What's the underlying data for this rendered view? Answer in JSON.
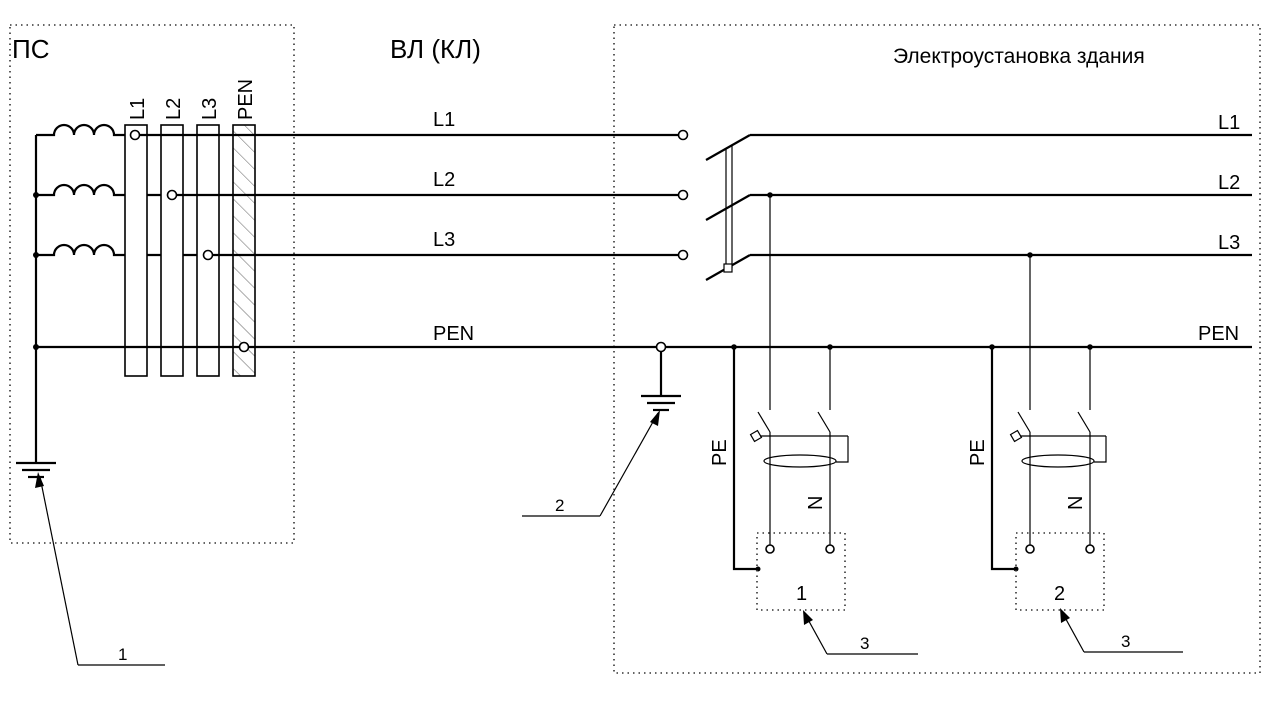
{
  "blocks": {
    "substation": "ПС",
    "line": "ВЛ (КЛ)",
    "building": "Электроустановка здания"
  },
  "busbars": [
    "L1",
    "L2",
    "L3",
    "PEN"
  ],
  "line_conductors": [
    "L1",
    "L2",
    "L3",
    "PEN"
  ],
  "building_conductors": [
    "L1",
    "L2",
    "L3",
    "PEN"
  ],
  "consumer_labels": {
    "pe": "PE",
    "n": "N"
  },
  "consumers": [
    "1",
    "2"
  ],
  "callouts": [
    "1",
    "2",
    "3",
    "3"
  ]
}
